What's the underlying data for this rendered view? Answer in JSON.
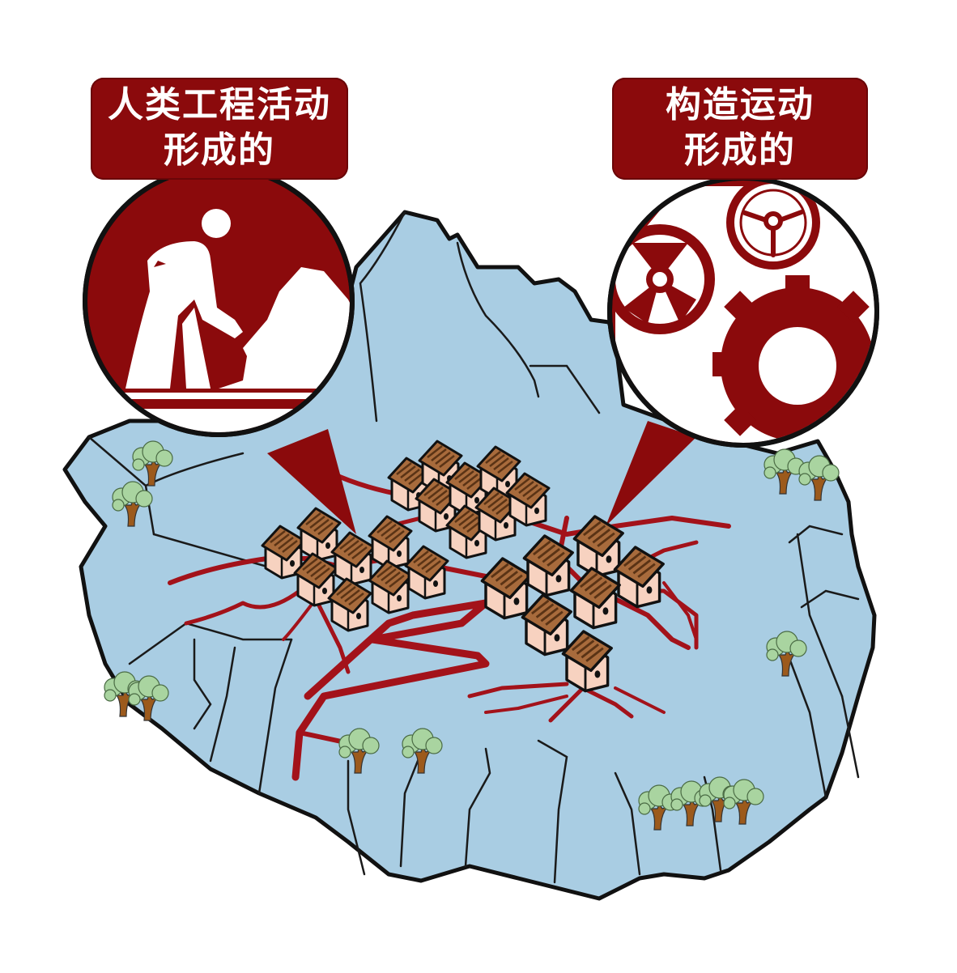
{
  "labels": {
    "left": {
      "line1": "人类工程活动",
      "line2": "形成的"
    },
    "right": {
      "line1": "构造运动",
      "line2": "形成的"
    }
  },
  "icons": {
    "left": "worker-digging-icon",
    "right": "gears-icon"
  },
  "colors": {
    "label_bg": "#8b0a0c",
    "label_text": "#ffffff",
    "rock_fill": "#a9cde3",
    "outline": "#111111",
    "crack": "#a3121a",
    "house_wall": "#f7d2c0",
    "house_roof": "#a86b3c",
    "tree_leaf": "#a9d4a0",
    "tree_trunk": "#9c5a1c"
  }
}
